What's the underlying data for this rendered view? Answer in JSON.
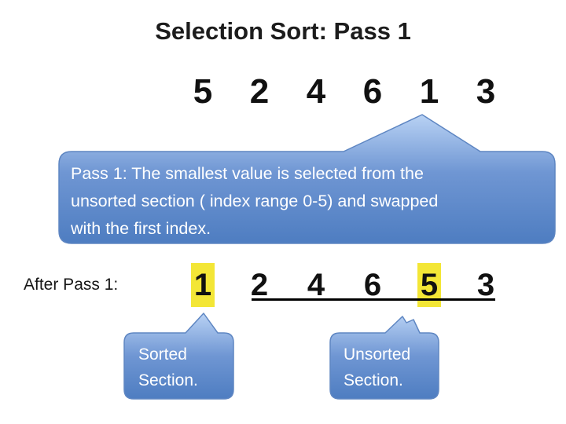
{
  "title": "Selection Sort: Pass 1",
  "row_initial": {
    "values": [
      "5",
      "2",
      "4",
      "6",
      "1",
      "3"
    ]
  },
  "callout_main": {
    "lines": [
      "Pass 1: The smallest value is selected from the",
      "unsorted section ( index range 0-5) and swapped",
      "with the first index."
    ]
  },
  "after_label": "After Pass 1:",
  "row_after": {
    "values": [
      "1",
      "2",
      "4",
      "6",
      "5",
      "3"
    ],
    "highlighted_values": [
      "1",
      "5"
    ],
    "underlined_values": [
      "2",
      "4",
      "6",
      "5",
      "3"
    ]
  },
  "callout_sorted": {
    "lines": [
      "Sorted",
      "Section."
    ]
  },
  "callout_unsorted": {
    "lines": [
      "Unsorted",
      "Section."
    ]
  },
  "colors": {
    "background": "#ffffff",
    "text": "#1c1c1c",
    "callout_text": "#ffffff",
    "callout_gradient_top": "#B9D2F4",
    "callout_gradient_mid": "#6F96D3",
    "callout_gradient_bottom": "#4E7DC1",
    "callout_border": "#5E86C2",
    "highlight_yellow": "#F3E636",
    "underline": "#000000"
  }
}
